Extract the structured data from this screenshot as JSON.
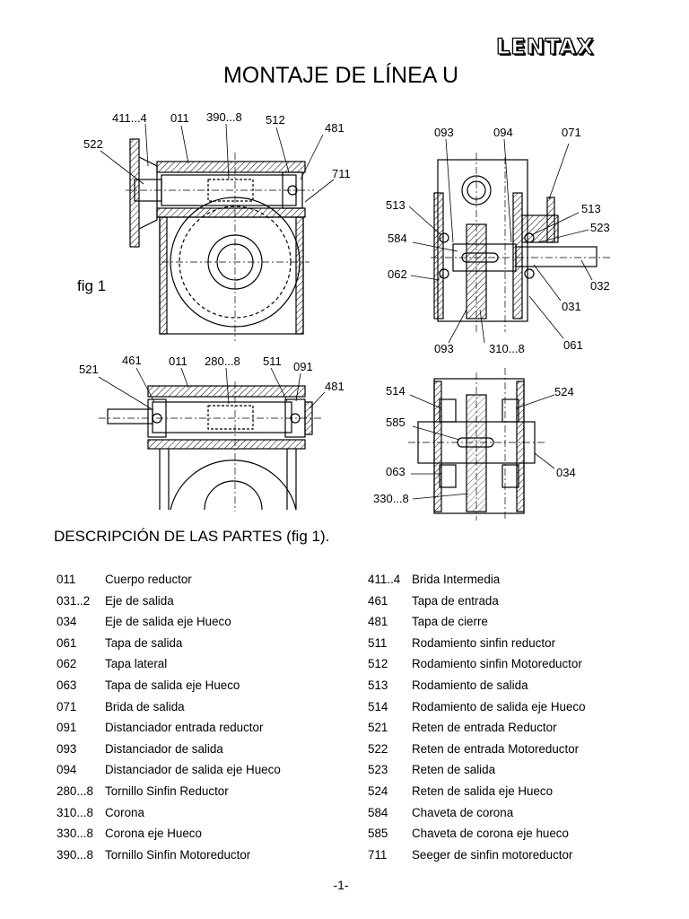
{
  "brand": "LENTAX",
  "title": "MONTAJE DE LÍNEA U",
  "fig_label": "fig 1",
  "callouts": {
    "d1": [
      "411...4",
      "011",
      "390...8",
      "512",
      "481",
      "522",
      "711"
    ],
    "d2": [
      "093",
      "094",
      "071",
      "513",
      "513",
      "523",
      "584",
      "062",
      "032",
      "031",
      "093",
      "310...8",
      "061"
    ],
    "d3": [
      "521",
      "461",
      "011",
      "280...8",
      "511",
      "091",
      "481"
    ],
    "d4": [
      "514",
      "524",
      "585",
      "034",
      "063",
      "330...8"
    ]
  },
  "section_heading": "DESCRIPCIÓN  DE LAS  PARTES (fig 1).",
  "parts_left": [
    {
      "code": "011",
      "desc": "Cuerpo reductor"
    },
    {
      "code": "031..2",
      "desc": "Eje de salida"
    },
    {
      "code": "034",
      "desc": "Eje de salida eje Hueco"
    },
    {
      "code": "061",
      "desc": "Tapa de salida"
    },
    {
      "code": "062",
      "desc": "Tapa lateral"
    },
    {
      "code": "063",
      "desc": "Tapa de salida eje Hueco"
    },
    {
      "code": "071",
      "desc": "Brida de salida"
    },
    {
      "code": "091",
      "desc": "Distanciador entrada reductor"
    },
    {
      "code": "093",
      "desc": "Distanciador de salida"
    },
    {
      "code": "094",
      "desc": "Distanciador de salida eje Hueco"
    },
    {
      "code": "280...8",
      "desc": "Tornillo Sinfin Reductor"
    },
    {
      "code": "310...8",
      "desc": "Corona"
    },
    {
      "code": "330...8",
      "desc": "Corona eje Hueco"
    },
    {
      "code": "390...8",
      "desc": "Tornillo Sinfin Motoreductor"
    }
  ],
  "parts_right": [
    {
      "code": "411..4",
      "desc": "Brida Intermedia"
    },
    {
      "code": "461",
      "desc": "Tapa de entrada"
    },
    {
      "code": "481",
      "desc": "Tapa de cierre"
    },
    {
      "code": "511",
      "desc": "Rodamiento sinfin reductor"
    },
    {
      "code": "512",
      "desc": "Rodamiento  sinfin Motoreductor"
    },
    {
      "code": "513",
      "desc": "Rodamiento de salida"
    },
    {
      "code": "514",
      "desc": "Rodamiento de salida eje Hueco"
    },
    {
      "code": "521",
      "desc": "Reten de entrada Reductor"
    },
    {
      "code": "522",
      "desc": "Reten de entrada Motoreductor"
    },
    {
      "code": "523",
      "desc": "Reten de salida"
    },
    {
      "code": "524",
      "desc": "Reten de salida eje Hueco"
    },
    {
      "code": "584",
      "desc": "Chaveta de corona"
    },
    {
      "code": "585",
      "desc": "Chaveta de corona eje hueco"
    },
    {
      "code": "711",
      "desc": "Seeger de sinfin motoreductor"
    }
  ],
  "page_number": "-1-"
}
